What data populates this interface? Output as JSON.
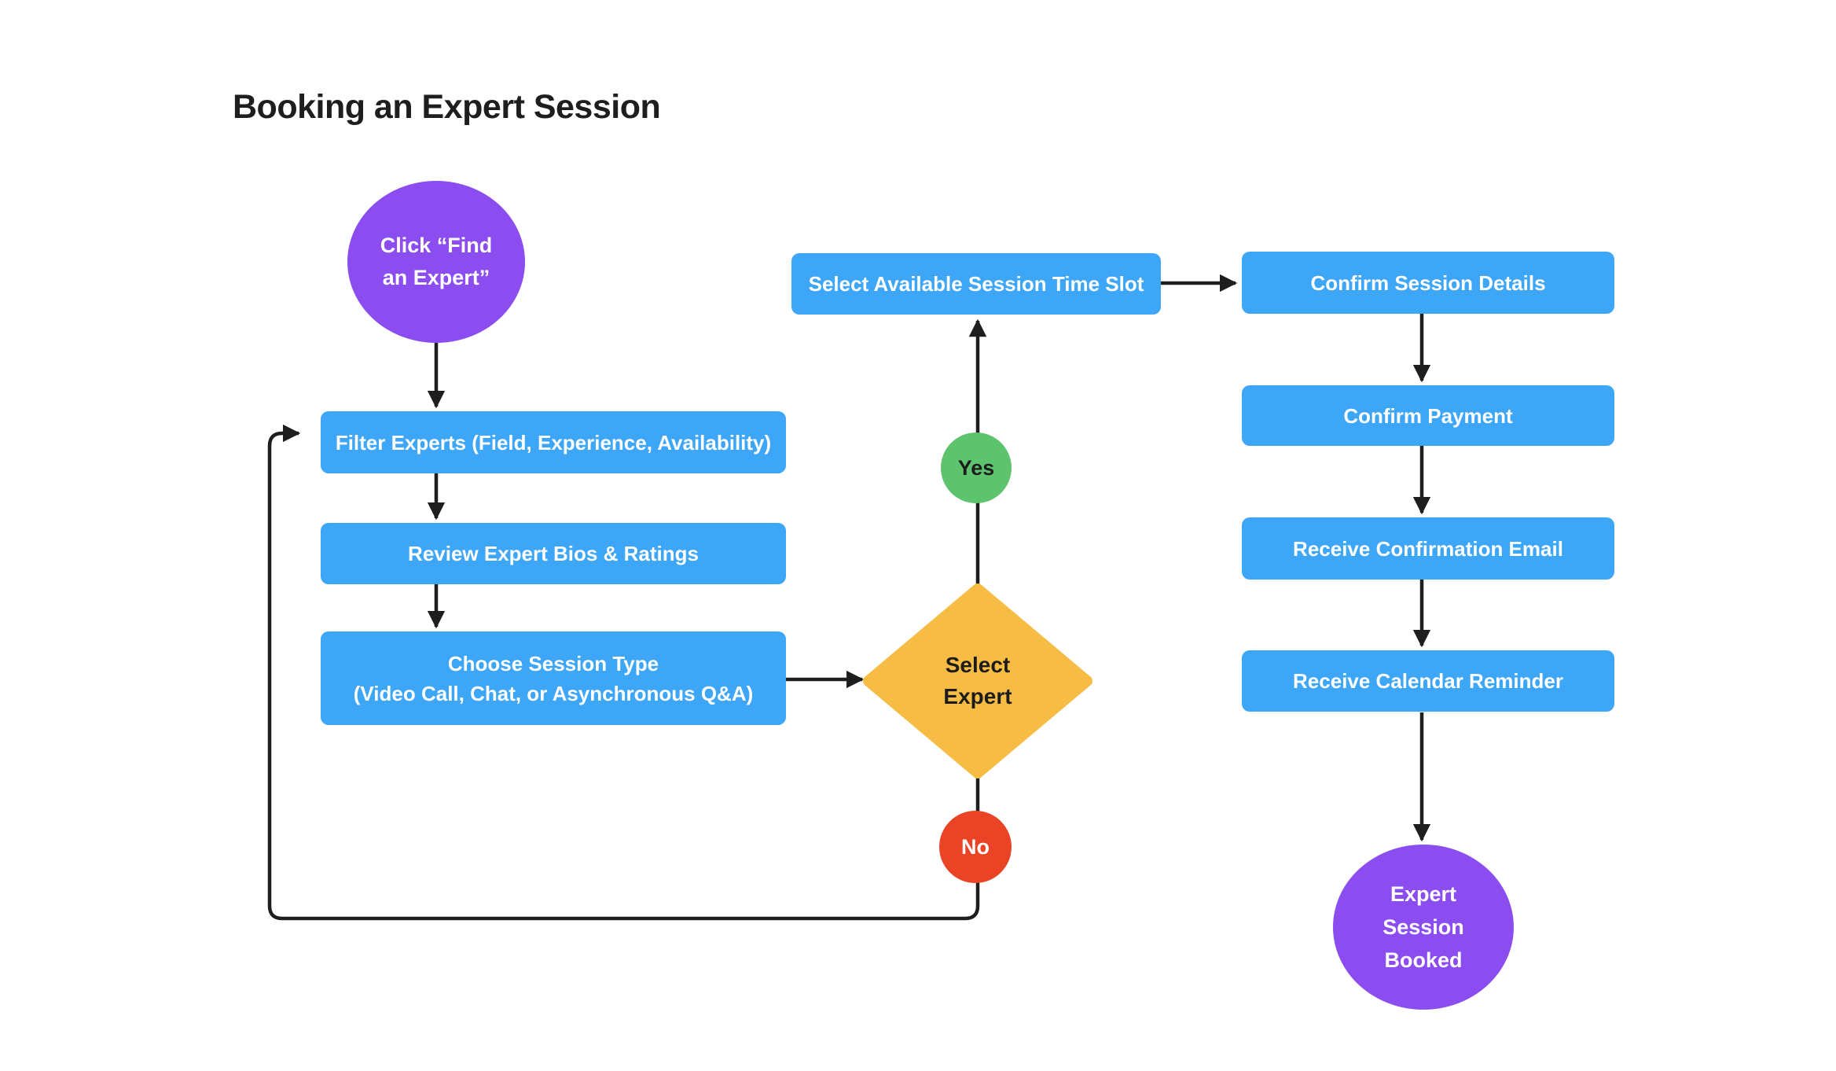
{
  "title": "Booking an Expert Session",
  "colors": {
    "background": "#ffffff",
    "title_text": "#1e1e1e",
    "process_blue": "#3ea6f6",
    "terminal_purple": "#8b4def",
    "decision_yellow": "#f7bc43",
    "yes_green": "#5ec36d",
    "no_red": "#ea4325",
    "connector": "#1e1e1e",
    "light_text": "#ffffff",
    "dark_text": "#1c1c1c"
  },
  "nodes": {
    "start": {
      "type": "start-terminal",
      "lines": [
        "Click “Find",
        "an Expert”"
      ]
    },
    "filter": {
      "type": "process",
      "label": "Filter Experts (Field, Experience, Availability)"
    },
    "review": {
      "type": "process",
      "label": "Review Expert Bios & Ratings"
    },
    "choose": {
      "type": "process",
      "lines": [
        "Choose Session Type",
        "(Video Call, Chat, or Asynchronous Q&A)"
      ]
    },
    "decision": {
      "type": "decision",
      "lines": [
        "Select",
        "Expert"
      ]
    },
    "yes_label": {
      "type": "edge-label",
      "label": "Yes"
    },
    "no_label": {
      "type": "edge-label",
      "label": "No"
    },
    "timeslot": {
      "type": "process",
      "label": "Select Available Session Time Slot"
    },
    "details": {
      "type": "process",
      "label": "Confirm Session Details"
    },
    "payment": {
      "type": "process",
      "label": "Confirm Payment"
    },
    "email": {
      "type": "process",
      "label": "Receive Confirmation Email"
    },
    "reminder": {
      "type": "process",
      "label": "Receive Calendar Reminder"
    },
    "end": {
      "type": "end-terminal",
      "lines": [
        "Expert",
        "Session",
        "Booked"
      ]
    }
  }
}
